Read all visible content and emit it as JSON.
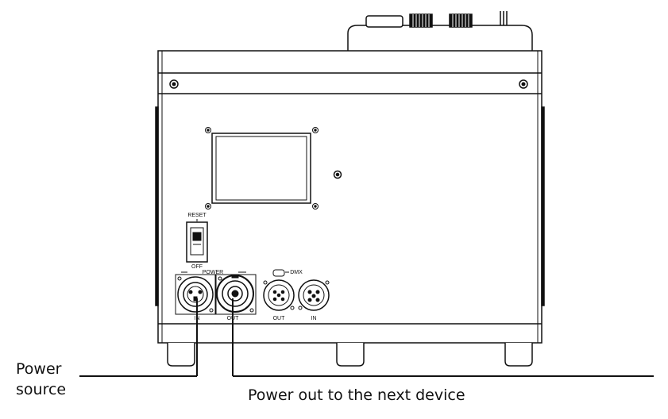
{
  "panel": {
    "reset_label": "RESET",
    "off_label": "OFF",
    "power_label": "POWER",
    "dmx_label": "DMX",
    "power_in_label": "IN",
    "power_out_label": "OUT",
    "dmx_out_label": "OUT",
    "dmx_in_label": "IN"
  },
  "callouts": {
    "power_source_line1": "Power",
    "power_source_line2": "source",
    "power_out": "Power out to the next device"
  }
}
